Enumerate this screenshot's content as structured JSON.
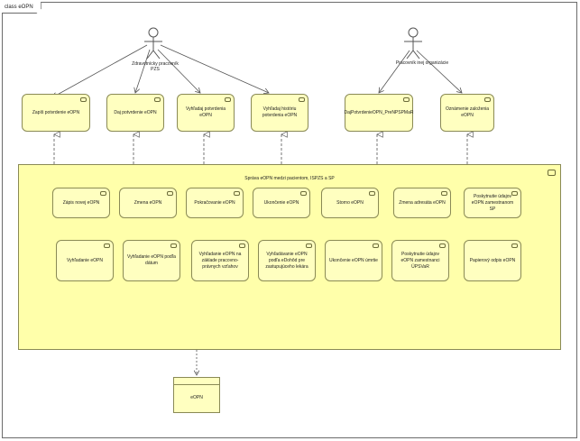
{
  "diagram": {
    "frame_title": "class eOPN",
    "actors": [
      {
        "id": "a1",
        "label": "Zdravotnícky pracovník PZS"
      },
      {
        "id": "a2",
        "label": "Pracovník inej organizácie"
      }
    ],
    "interfaces": [
      {
        "id": "i1",
        "label": "Zapíš potvrdenie eOPN"
      },
      {
        "id": "i2",
        "label": "Daj potvrdenie eOPN"
      },
      {
        "id": "i3",
        "label": "Vyhľadaj potvrdenia eOPN"
      },
      {
        "id": "i4",
        "label": "Vyhľadaj históriu potvrdenia eOPN"
      },
      {
        "id": "i5",
        "label": "DajPotvrdenieOPN_PreNPSPMaR"
      },
      {
        "id": "i6",
        "label": "Oznámenie založenia eOPN"
      }
    ],
    "container": {
      "label": "Správa eOPN medzi pacientom, ISPZS a SP"
    },
    "services_row1": [
      {
        "id": "s1",
        "label": "Zápis novej eOPN"
      },
      {
        "id": "s2",
        "label": "Zmena eOPN"
      },
      {
        "id": "s3",
        "label": "Pokračovanie eOPN"
      },
      {
        "id": "s4",
        "label": "Ukončenie eOPN"
      },
      {
        "id": "s5",
        "label": "Storno eOPN"
      },
      {
        "id": "s6",
        "label": "Zmena adresáta eOPN"
      },
      {
        "id": "s7",
        "label": "Poskytnutie údajov eOPN zamestnanom SP"
      }
    ],
    "services_row2": [
      {
        "id": "s8",
        "label": "Vyhľadanie eOPN"
      },
      {
        "id": "s9",
        "label": "Vyhľadanie eOPN podľa dátum"
      },
      {
        "id": "s10",
        "label": "Vyhľadanie eOPN na základe pracovno-právnych vzťahov"
      },
      {
        "id": "s11",
        "label": "Vyhľadávanie eOPN podľa eDohôd pre zastupujúceho lekára"
      },
      {
        "id": "s12",
        "label": "Ukončenie eOPN úmrtie"
      },
      {
        "id": "s13",
        "label": "Poskytnutie údajov eOPN zamestnanci ÚPSVaR"
      },
      {
        "id": "s14",
        "label": "Papierový odpis eOPN"
      }
    ],
    "data_object": {
      "label": "eOPN"
    }
  }
}
